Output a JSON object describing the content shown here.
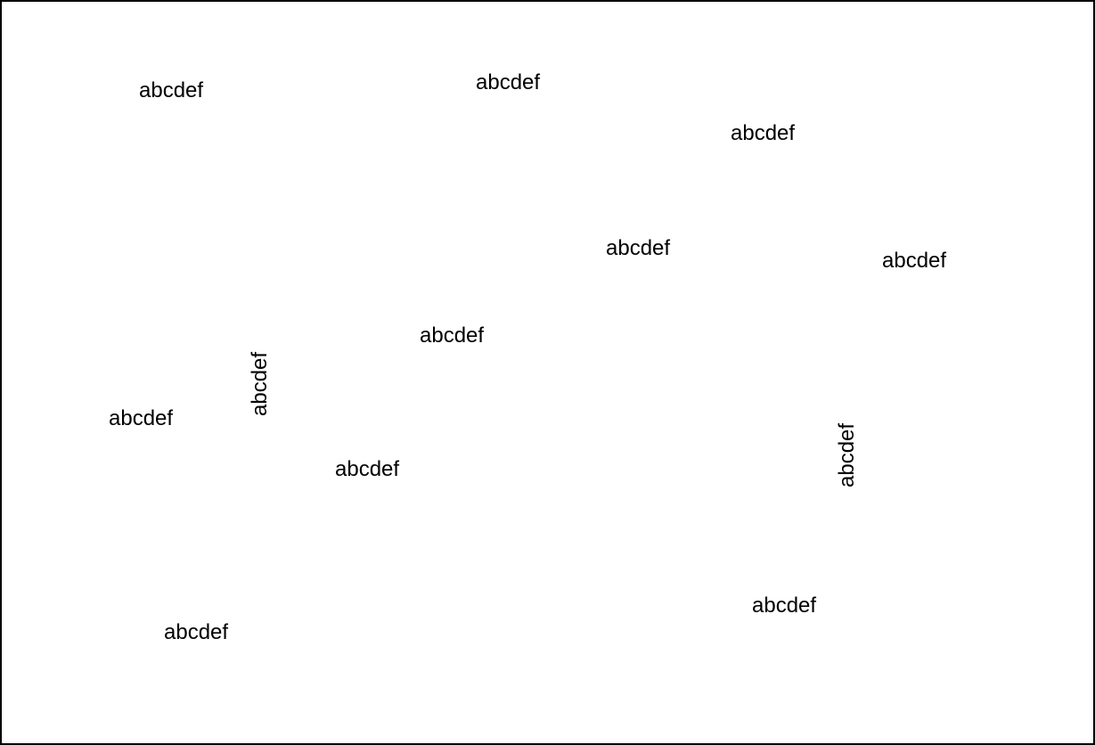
{
  "words": [
    "abcdef",
    "abcdef",
    "abcdef",
    "abcdef",
    "abcdef",
    "abcdef",
    "abcdef",
    "abcdef",
    "abcdef",
    "abcdef",
    "abcdef",
    "abcdef"
  ],
  "colors": {
    "background": "#ffffff",
    "text": "#000000",
    "border": "#000000"
  }
}
